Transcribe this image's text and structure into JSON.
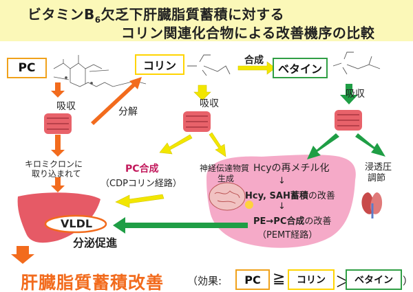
{
  "title": {
    "line1_pre": "ビタミンB",
    "line1_sub": "6",
    "line1_post": "欠乏下肝臓脂質蓄積に対する",
    "line2": "コリン関連化合物による改善機序の比較"
  },
  "boxes": {
    "pc": "PC",
    "choline": "コリン",
    "betaine": "ベタイン"
  },
  "labels": {
    "absorb_left": "吸収",
    "absorb_mid": "吸収",
    "absorb_right": "吸収",
    "decompose": "分解",
    "synthesis": "合成",
    "chylomicron_1": "キロミクロンに",
    "chylomicron_2": "取り込まれて",
    "pc_synthesis": "PC合成",
    "cdp_pathway": "（CDPコリン経路）",
    "neuro_1": "神経伝達物質",
    "neuro_2": "生成",
    "hcy_remethyl": "Hcyの再メチル化",
    "osmotic_1": "浸透圧",
    "osmotic_2": "調節",
    "down_arrow_1": "↓",
    "hcy_sah": "Hcy, SAH蓄積",
    "improve_1": "の改善",
    "down_arrow_2": "↓",
    "pe_pc": "PE→PC合成",
    "improve_2": "の改善",
    "pemt": "（PEMT経路）",
    "vldl": "VLDL",
    "secretion": "分泌促進"
  },
  "bottom": {
    "final": "肝臓脂質蓄積改善",
    "effect_prefix": "（効果:",
    "pc": "PC",
    "geq": "≧",
    "choline": "コリン",
    "gt": "＞",
    "betaine": "ベタイン",
    "close": "）"
  },
  "colors": {
    "title_bg": "#fbf8b8",
    "orange_arrow": "#f26b1d",
    "yellow_arrow": "#f2e600",
    "green_arrow": "#1f9e45",
    "intestine": "#e8626a",
    "liver": "#e65a66",
    "pink_blob": "#f5aac8",
    "highlight_red": "#c2185b"
  },
  "icons": [
    "pc-structure-icon",
    "choline-structure-icon",
    "betaine-structure-icon",
    "intestine-icon",
    "liver-icon",
    "brain-icon",
    "kidney-icon"
  ]
}
